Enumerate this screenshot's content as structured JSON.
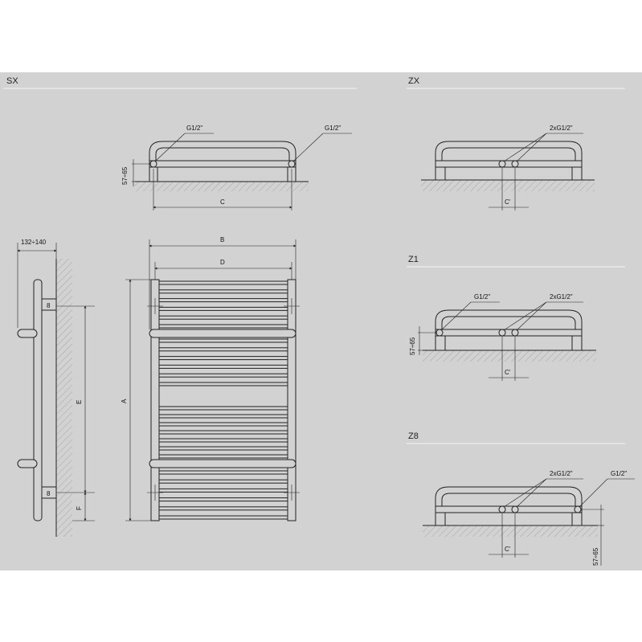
{
  "sections": {
    "sx": "SX",
    "zx": "ZX",
    "z1": "Z1",
    "z8": "Z8"
  },
  "labels": {
    "g12": "G1/2\"",
    "two_g12": "2xG1/2\"",
    "h57_65": "57÷65",
    "c": "C",
    "c_prime": "C'",
    "b": "B",
    "d": "D",
    "a": "A",
    "e": "E",
    "f": "F",
    "w132_140": "132÷140",
    "eight": "8"
  }
}
